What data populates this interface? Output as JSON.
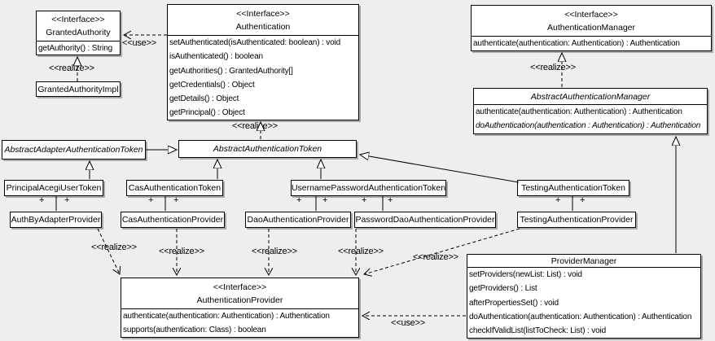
{
  "labels": {
    "realize": "<<realize>>",
    "use": "<<use>>",
    "plus": "+"
  },
  "classes": {
    "grantedAuthority": {
      "stereotype": "<<Interface>>",
      "name": "GrantedAuthority",
      "methods": [
        "getAuthority() : String"
      ]
    },
    "grantedAuthorityImpl": {
      "name": "GrantedAuthorityImpl"
    },
    "authentication": {
      "stereotype": "<<Interface>>",
      "name": "Authentication",
      "methods": [
        "setAuthenticated(isAuthenticated: boolean) : void",
        "isAuthenticated() : boolean",
        "getAuthorities() : GrantedAuthority[]",
        "getCredentials() : Object",
        "getDetails() : Object",
        "getPrincipal() : Object"
      ]
    },
    "authenticationManager": {
      "stereotype": "<<Interface>>",
      "name": "AuthenticationManager",
      "methods": [
        "authenticate(authentication: Authentication) : Authentication"
      ]
    },
    "abstractAuthenticationManager": {
      "name": "AbstractAuthenticationManager",
      "methods": [
        "authenticate(authentication: Authentication) : Authentication",
        "doAuthentication(authentication : Authentication) : Authentication"
      ]
    },
    "abstractAdapterAuthenticationToken": {
      "name": "AbstractAdapterAuthenticationToken"
    },
    "abstractAuthenticationToken": {
      "name": "AbstractAuthenticationToken"
    },
    "principalAcegiUserToken": {
      "name": "PrincipalAcegiUserToken"
    },
    "casAuthenticationToken": {
      "name": "CasAuthenticationToken"
    },
    "usernamePasswordAuthenticationToken": {
      "name": "UsernamePasswordAuthenticationToken"
    },
    "testingAuthenticationToken": {
      "name": "TestingAuthenticationToken"
    },
    "authByAdapterProvider": {
      "name": "AuthByAdapterProvider"
    },
    "casAuthenticationProvider": {
      "name": "CasAuthenticationProvider"
    },
    "daoAuthenticationProvider": {
      "name": "DaoAuthenticationProvider"
    },
    "passwordDaoAuthenticationProvider": {
      "name": "PasswordDaoAuthenticationProvider"
    },
    "testingAuthenticationProvider": {
      "name": "TestingAuthenticationProvider"
    },
    "providerManager": {
      "name": "ProviderManager",
      "methods": [
        "setProviders(newList: List) : void",
        "getProviders() : List",
        "afterPropertiesSet() : void",
        "doAuthentication(authentication: Authentication) : Authentication",
        "checkIfValidList(listToCheck: List) : void"
      ]
    },
    "authenticationProvider": {
      "stereotype": "<<Interface>>",
      "name": "AuthenticationProvider",
      "methods": [
        "authenticate(authentication: Authentication) : Authentication",
        "supports(authentication: Class) : boolean"
      ]
    }
  }
}
